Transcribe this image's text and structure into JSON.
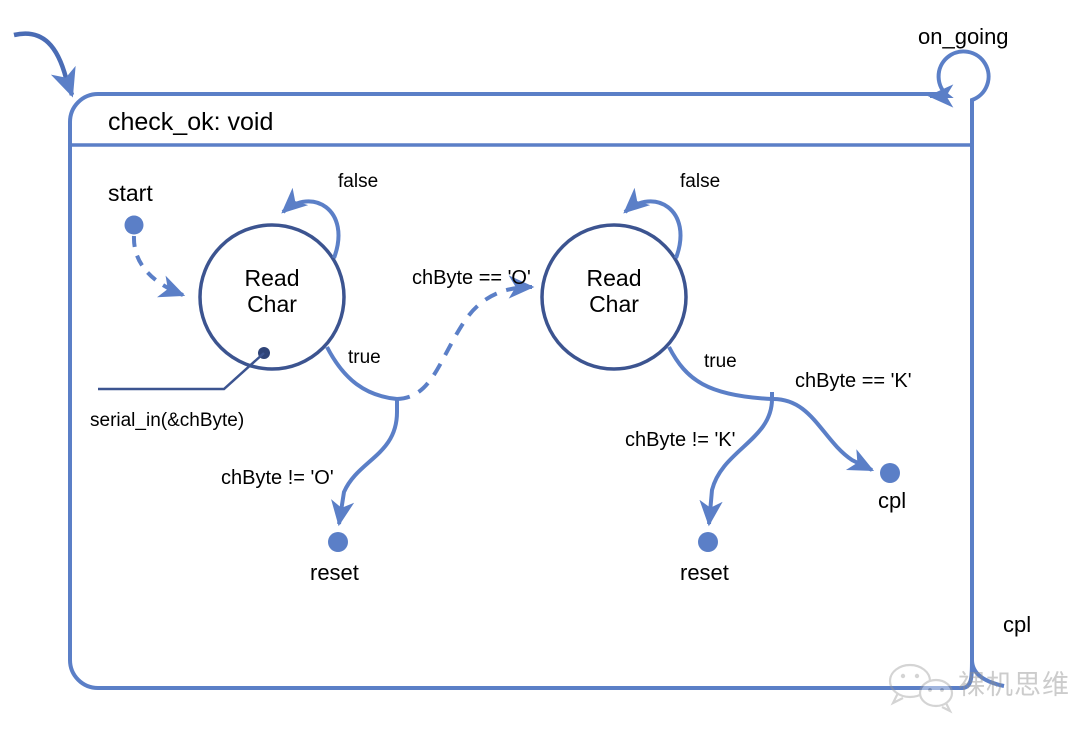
{
  "diagram": {
    "type": "uml-state-machine",
    "title": "check_ok: void",
    "colors": {
      "arrow_blue": "#5b7fc7",
      "circle_navy": "#3c5490",
      "text_black": "#000000",
      "background": "#ffffff",
      "watermark_gray": "#8f8f8f"
    },
    "container": {
      "label": "check_ok: void",
      "entry_label": "",
      "self_loop_label": "on_going",
      "exit_label": "cpl"
    },
    "nodes": {
      "start": {
        "label": "start",
        "kind": "initial-pseudostate"
      },
      "read_char_1": {
        "line1": "Read",
        "line2": "Char",
        "kind": "state"
      },
      "read_char_2": {
        "line1": "Read",
        "line2": "Char",
        "kind": "state"
      },
      "reset_1": {
        "label": "reset",
        "kind": "final-node"
      },
      "reset_2": {
        "label": "reset",
        "kind": "final-node"
      },
      "cpl": {
        "label": "cpl",
        "kind": "final-node"
      }
    },
    "transitions": [
      {
        "id": "t-self-1",
        "label": "false",
        "style": "solid",
        "from": "read_char_1",
        "to": "read_char_1"
      },
      {
        "id": "t-self-2",
        "label": "false",
        "style": "solid",
        "from": "read_char_2",
        "to": "read_char_2"
      },
      {
        "id": "t-start",
        "label": "",
        "style": "dashed",
        "from": "start",
        "to": "read_char_1"
      },
      {
        "id": "t-true-1",
        "label": "true",
        "style": "solid",
        "from": "read_char_1",
        "to": "branch-1"
      },
      {
        "id": "t-neq-o",
        "label": "chByte != 'O'",
        "style": "solid",
        "from": "branch-1",
        "to": "reset_1"
      },
      {
        "id": "t-eq-o",
        "label": "chByte == 'O'",
        "style": "dashed",
        "from": "branch-1",
        "to": "read_char_2"
      },
      {
        "id": "t-true-2",
        "label": "true",
        "style": "solid",
        "from": "read_char_2",
        "to": "branch-2"
      },
      {
        "id": "t-neq-k",
        "label": "chByte != 'K'",
        "style": "solid",
        "from": "branch-2",
        "to": "reset_2"
      },
      {
        "id": "t-eq-k",
        "label": "chByte == 'K'",
        "style": "solid",
        "from": "branch-2",
        "to": "cpl"
      }
    ],
    "annotations": {
      "action_note": "serial_in(&chByte)"
    },
    "watermark": {
      "text": "裸机思维",
      "icon": "wechat-icon"
    }
  }
}
